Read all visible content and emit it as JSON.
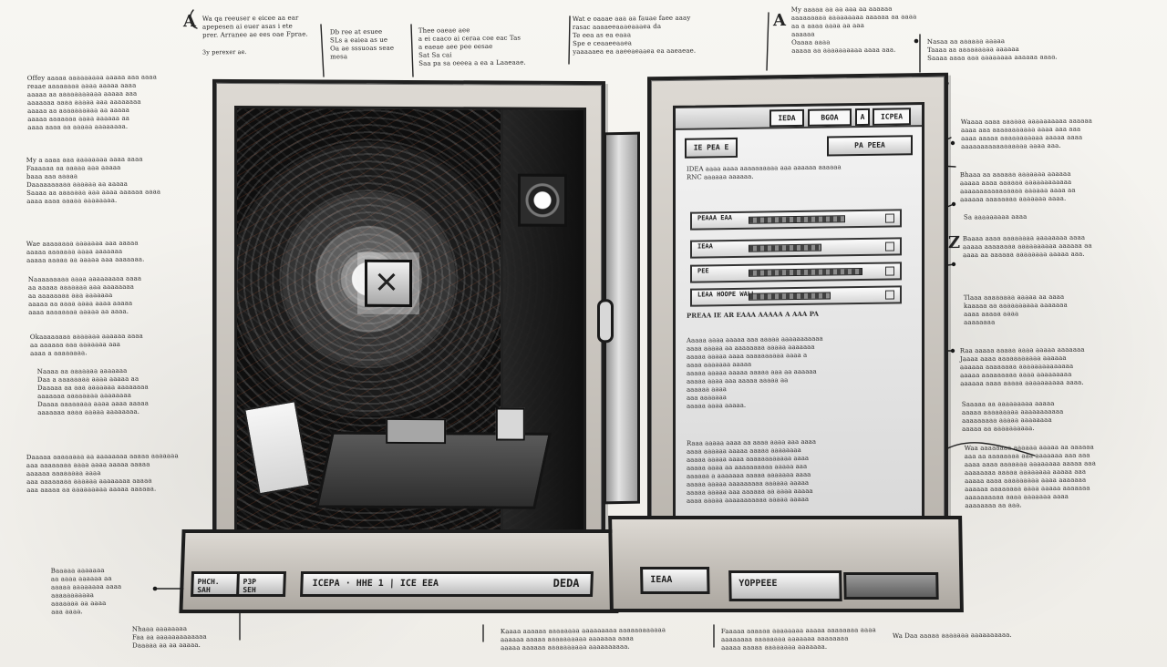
{
  "notes": {
    "top_left_letter": "A",
    "top_left_1": "Wa qa reeuser e eicee aa ear\napepesen ai euer asas i ete\nprer. Arranee ae ees oae Fprae.",
    "top_left_2": "3y perexer ae.",
    "top_mid_1": "Db ree at esuee\nSLs a eaiea as ue\nOa ae sssuoas seae\nmesa",
    "top_mid_2": "Thee oaeae aee\na ei caaco ai ceraa coe eac Tas\na eaeae aee pee eesae\nSat Sa cai\nSaa pa sa oeeea a ea a Laaeaae.",
    "top_mid_3": "Wat e oaaae aaa aa fauae faee aaay\nrasac aaaaeeaaaeaaaea da\nTe eea as ea eaaa\nSpe e ceaaeeaaea\nyaaaaaea ea aaeeaeaaea ea aaeaeae.",
    "top_right_letter": "A",
    "top_right_1": "My aaaaa aa aa aaa aa aaaaaa\naaaaaaaaa aaaaaaaaa aaaaaa aa aaaa\naa a aaaa aaaa aa aaa\naaaaaa\nOaaaa aaaa\naaaaa aa aaaaaaaaaa aaaa aaa.",
    "top_far_right": "Nasaa aa aaaaaa aaaaa\nTaaaa aa aaaaaaaaa aaaaaa\nSaaaa aaaa aaa aaaaaaaa aaaaaa aaaa.",
    "left_1": "Offey aaaaa aaaaaaaaa aaaaa aaa aaaa\nreaae aaaaaaaa aaaa aaaaa aaaa\naaaaa aa aaaaaaaaaaa aaaaa aaa\naaaaaaa aaaa aaaaa aaa aaaaaaaa\naaaaa aa aaaaaaaaaa aa aaaaa\naaaaa aaaaaaa aaaa aaaaaa aa\naaaa aaaa aa aaaaa aaaaaaaa.",
    "left_2": "My a aaaa aaa aaaaaaaa aaaa aaaa\nFaaaaaa aa aaaaa aaa aaaaa\nbaaa aaa aaaaa\nDaaaaaaaaaa aaaaaa aa aaaaa\nSaaaa aa aaaaaaa aaa aaaa aaaaaa aaaa\naaaa aaaa aaaaa aaaaaaaa.",
    "left_3": "Wae aaaaaaaa aaaaaaa aaa aaaaa\naaaaa aaaaaaa aaaa aaaaaaa\naaaaa aaaaa aa aaaaa aaa aaaaaaa.",
    "left_4": "Naaaaaaaaa aaaa aaaaaaaaa aaaa\naa aaaaa aaaaaaa aaa aaaaaaaa\naa aaaaaaaa aaa aaaaaaa\naaaaa aa aaaa aaaa aaaa aaaaa\naaaa aaaaaaaa aaaaa aa aaaa.",
    "left_5": "Okaaaaaaaa aaaaaaa aaaaaa aaaa\naa aaaaaa aaa aaaaaaa aaa\naaaa a aaaaaaaa.",
    "left_6": "Naaaa aa aaaaaaa aaaaaaa\nDaa a aaaaaaaa aaaa aaaaa aa\nDaaaaa aa aaa aaaaaaa aaaaaaaa\naaaaaaa aaaaaaaa aaaaaaaa\nDaaaa aaaaaaaa aaaa aaaa aaaaa\naaaaaaa aaaa aaaaa aaaaaaaa.",
    "left_7": "Daaaaa aaaaaaaa aa aaaaaaaa aaaaa aaaaaaa\naaa aaaaaaaa aaaa aaaa aaaaa aaaaa\naaaaaa aaaaaaaa aaaa\naaa aaaaaaaa aaaaaa aaaaaaaa aaaaa\naaa aaaaa aa aaaaaaaaa aaaaa aaaaaa.",
    "left_8": "Baaaaa aaaaaaa\naa aaaa aaaaaa aa\naaaaa aaaaaaaa aaaa\naaaaaaaaaaa\naaaaaaa aa aaaa\naaa aaaa.",
    "bottom_left": "Nhaaa aaaaaaaa\nFaa aa aaaaaaaaaaaaa\nDaaaaa aa aa aaaaa.",
    "bottom_mid_1": "Kaaaa aaaaaa aaaaaaaa aaaaaaaaa aaaaaaaaaaaa\naaaaaa aaaaa aaaaaaaaaa aaaaaaa aaaa\naaaaa aaaaaa aaaaaaaaaa aaaaaaaaaa.",
    "bottom_mid_2": "Faaaaa aaaaaa aaaaaaaa aaaaa aaaaaaaa aaaa\naaaaaaaa aaaaaaaa aaaaaaa aaaaaaaa\naaaaa aaaaa aaaaaaaa aaaaaaa.",
    "bottom_right": "Wa Daa aaaaa aaaaaaa aaaaaaaaaa.",
    "right_1": "Waaaa aaaa aaaaaa aaaaaaaaaa aaaaaa\naaaa aaa aaaaaaaaaaa aaaa aaa aaa\naaaa aaaaa aaaaaaaaaaa aaaaa aaaa\naaaaaaaaaaaaaaaaa aaaa aaa.",
    "right_2": "Bhaaa aa aaaaaa aaaaaaa aaaaaa\naaaaa aaaa aaaaaa aaaaaaaaaaaa\naaaaaaaaaaaaaaaa aaaaaa aaaa aa\naaaaaa aaaaaaaa aaaaaaa aaaa.",
    "right_3": "Sa aaaaaaaaa aaaa",
    "right_letter": "Z",
    "right_4": "Baaaa aaaa aaaaaaaa aaaaaaaa aaaa\naaaaa aaaaaaaa aaaaaaaaaa aaaaaa aa\naaaa aa aaaaaa aaaaaaaa aaaaa aaa.",
    "right_5": "Tlaaa aaaaaaaa aaaaa aa aaaa\nkaaaaa aa aaaaaaaaaa aaaaaaa\naaaa aaaaa aaaa\naaaaaaaa",
    "right_6": "Raa aaaaa aaaaa aaaa aaaaa aaaaaaa\nJaaaa aaaa aaaaaaaaaaa aaaaaa\naaaaaa aaaaaaaa aaaaaaaaaaaaaa\naaaaa aaaaaaaaa aaaa aaaaaaaaa\naaaaaa aaaa aaaaa aaaaaaaaaa aaaa.",
    "right_7": "Saaaaa aa aaaaaaaaa aaaaa\naaaaa aaaaaaaaa aaaaaaaaaaa\naaaaaaaaa aaaaa aaaaaaaa\naaaaa aa aaaaaaaaaa.",
    "right_8": "Waa aaaaaaaa aaaaaa aaaaa aa aaaaaa\naaa aa aaaaaaaa aaa aaaaaaa aaa aaa\naaaa aaaa aaaaaaa aaaaaaaa aaaaa aaa\naaaaaaaa aaaaa aaaaaaaa aaaaa aaa\naaaaa aaaa aaaaaaaaa aaaa aaaaaaa\naaaaaa aaaaaaaa aaaa aaaaa aaaaaaa\naaaaaaaaaa aaaa aaaaaaa aaaa\naaaaaaaa aa aaa."
  },
  "screen": {
    "tabs": [
      "IEDA",
      "BGOA",
      "A",
      "ICPEA"
    ],
    "buttons": {
      "left": "IE PEA E",
      "right": "PA PEEA"
    },
    "copy_a": "IDEA aaaa aaaa aaaaaaaaaa aaa aaaaaa aaaaaa\nRNC aaaaaa aaaaaa.",
    "rows": [
      {
        "label": "PEAAA EAA",
        "fill": 0.72
      },
      {
        "label": "IEAA",
        "fill": 0.54
      },
      {
        "label": "PEE",
        "fill": 0.85
      },
      {
        "label": "LEAA HOOPE WALL",
        "fill": 0.61
      }
    ],
    "copy_b": "PREAA IE AR EAAA AAAAA A AAA PA",
    "copy_c": "Aaaaa aaaa aaaaa aaa aaaaa aaaaaaaaaaa\naaaa aaaaa aa aaaaaaaa aaaaa aaaaaaa\naaaaa aaaaa aaaa aaaaaaaaaa aaaa a\naaaa aaaaaaa aaaaa\naaaaa aaaaa aaaaa aaaaa aaa aa aaaaaa\naaaaa aaaa aaa aaaaa aaaaa aa\naaaaaa aaaa\naaa aaaaaaa\naaaaa aaaa aaaaa.",
    "copy_d": "Raaa aaaaa aaaa aa aaaa aaaa aaa aaaa\naaaa aaaaaa aaaaa aaaaa aaaaaaaa\naaaaa aaaaa aaaa aaaaaaaaaaaa aaaa\naaaaa aaaa aa aaaaaaaaaa aaaaa aaa\naaaaaa a aaaaaaa aaaaa aaaaaaa aaaa\naaaaa aaaaa aaaaaaaaa aaaaaa aaaaa\naaaaa aaaaa aaa aaaaaa aa aaaa aaaaa\naaaa aaaaa aaaaaaaaaaa aaaaa aaaaa"
  },
  "deck": {
    "left_small": "PHCH.\nSAH",
    "left_sub": "P3P\nSEH",
    "main": "ICEPA · HHE 1 | ICE EEA",
    "main_end": "DEDA",
    "right_1": "IEAA",
    "right_2": "YOPPEEE",
    "right_3": ""
  }
}
